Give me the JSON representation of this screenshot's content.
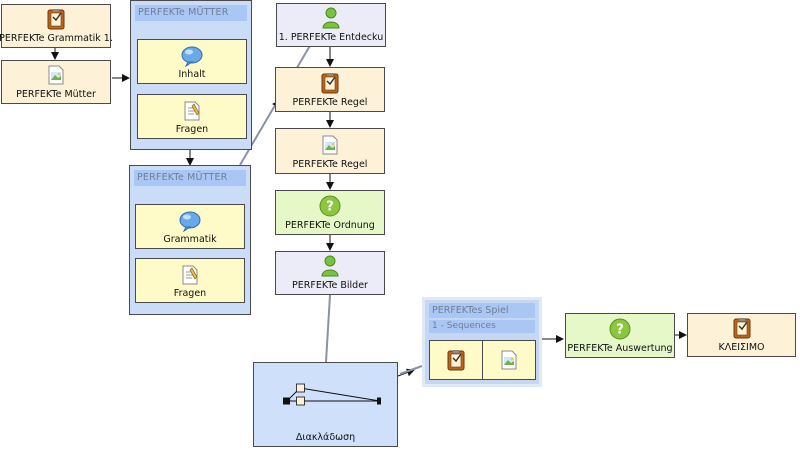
{
  "nodes": {
    "grammatik1": "PERFEKTe Grammatik 1.",
    "muetter": "PERFEKTe Mütter",
    "entdecken": "1. PERFEKTe Entdecku",
    "regel1": "PERFEKTe Regel",
    "regel2": "PERFEKTe Regel",
    "ordnung": "PERFEKTe Ordnung",
    "bilder": "PERFEKTe Bilder",
    "auswertung": "PERFEKTe Auswertung",
    "kleisimo": "ΚΛΕΙΣΙΜΟ",
    "branch": "Διακλάδωση"
  },
  "groups": {
    "upper": {
      "title": "PERFEKTe MÜTTER",
      "items": [
        "Inhalt",
        "Fragen"
      ]
    },
    "lower": {
      "title": "PERFEKTe MÜTTER",
      "items": [
        "Grammatik",
        "Fragen"
      ]
    }
  },
  "spiel": {
    "title": "PERFEKTes Spiel",
    "subtitle": "1 - Sequences"
  },
  "colors": {
    "beige": "#fdf1d8",
    "lilac": "#ececf8",
    "green": "#e6f8c8",
    "group_blue": "#cadcf8",
    "title_blue": "#a9c6f5",
    "sub_yellow": "#fffbc8"
  },
  "icons": [
    "notepad-icon",
    "image-doc-icon",
    "speech-bubble-icon",
    "document-icon",
    "user-icon",
    "question-icon",
    "branch-icon"
  ]
}
